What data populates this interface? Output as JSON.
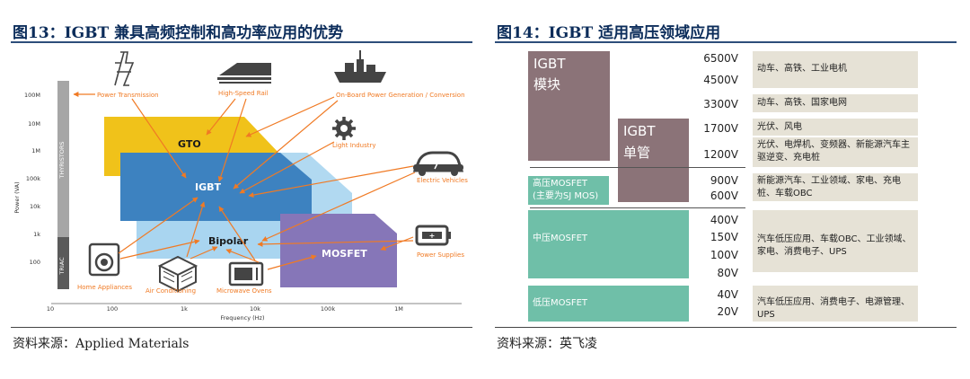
{
  "fig13": {
    "title": "图13：IGBT 兼具高频控制和高功率应用的优势",
    "source": "资料来源：Applied Materials",
    "y_axis_title": "Power (VA)",
    "x_axis_title": "Frequency (Hz)",
    "y_ticks": [
      "100M",
      "10M",
      "1M",
      "100k",
      "10k",
      "1k",
      "100"
    ],
    "x_ticks": [
      "10",
      "100",
      "1k",
      "10k",
      "100k",
      "1M"
    ],
    "thyristor_label": "THYRISTORS",
    "triac_label": "TRIAC",
    "regions": {
      "gto": "GTO",
      "igbt": "IGBT",
      "bipolar": "Bipolar",
      "mosfet": "MOSFET"
    },
    "applications": {
      "power_transmission": "Power Transmission",
      "high_speed_rail": "High-Speed Rail",
      "on_board_power": "On-Board Power Generation / Conversion",
      "light_industry": "Light Industry",
      "electric_vehicles": "Electric Vehicles",
      "power_supplies": "Power Supplies",
      "home_appliances": "Home Appliances",
      "air_conditioning": "Air Conditioning",
      "microwave_ovens": "Microwave Ovens"
    },
    "icons": [
      "power-tower-icon",
      "train-icon",
      "ship-icon",
      "gear-icon",
      "car-icon",
      "battery-icon",
      "washing-machine-icon",
      "air-conditioner-icon",
      "microwave-icon"
    ],
    "colors": {
      "gto": "#f0c21a",
      "igbt": "#3d82c0",
      "bipolar": "#a9d5f0",
      "mosfet": "#8676b8",
      "arrow": "#f07a24",
      "thyristor": "#a6a6a6",
      "triac": "#5a5a5a"
    }
  },
  "fig14": {
    "title": "图14：IGBT 适用高压领域应用",
    "source": "资料来源：英飞凌",
    "blocks": {
      "igbt_module": [
        "IGBT",
        "模块"
      ],
      "igbt_discrete": [
        "IGBT",
        "单管"
      ],
      "hv_mosfet": [
        "高压MOSFET",
        "(主要为SJ MOS)"
      ],
      "mv_mosfet": "中压MOSFET",
      "lv_mosfet": "低压MOSFET"
    },
    "voltages": [
      "6500V",
      "4500V",
      "3300V",
      "1700V",
      "1200V",
      "900V",
      "600V",
      "400V",
      "150V",
      "100V",
      "80V",
      "40V",
      "20V"
    ],
    "applications": [
      "动车、高铁、工业电机",
      "动车、高铁、国家电网",
      "光伏、风电",
      "光伏、电焊机、变频器、新能源汽车主驱逆变、充电桩",
      "新能源汽车、工业领域、家电、充电桩、车载OBC",
      "汽车低压应用、车载OBC、工业领域、家电、消费电子、UPS",
      "汽车低压应用、消费电子、电源管理、UPS"
    ],
    "colors": {
      "igbt": "#8b7378",
      "mosfet": "#6fbfa8",
      "app_bg": "#e6e2d6"
    }
  }
}
